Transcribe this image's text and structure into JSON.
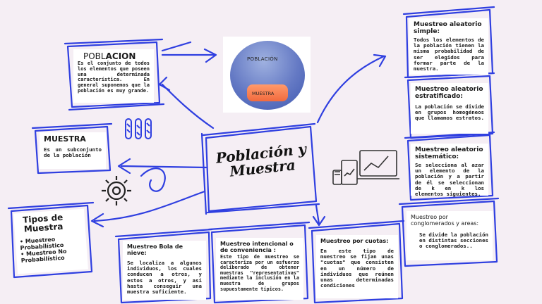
{
  "center": {
    "title": "Población y Muestra"
  },
  "image": {
    "poblacion_label": "POBLACIÓN",
    "muestra_label": "MUESTRA"
  },
  "poblacion": {
    "title_prefix": "POBL",
    "title_suffix": "ACION",
    "text": "Es el conjunto de todos los elementos que poseen una determinada característica. En general suponemos que la población es muy grande."
  },
  "muestra": {
    "title": "MUESTRA",
    "text": "Es un subconjunto de la población"
  },
  "tipos": {
    "title": "Tipos de Muestra",
    "items": [
      "• Muestreo Probabilístico",
      "• Muestreo No Probabilístico"
    ]
  },
  "right": [
    {
      "title": "Muestreo aleatorio simple:",
      "text": "Todos los elementos de la población tienen la misma probabilidad de ser elegidos para formar parte de la muestra."
    },
    {
      "title": "Muestreo aleatorio estratificado:",
      "text": "La población se divide en grupos homogéneos que llamamos estratos."
    },
    {
      "title": "Muestreo aleatorio sistemático:",
      "text": "Se selecciona al azar un elemento de la población y a partir de él se seleccionan de k en k los elementos siguientes."
    },
    {
      "title": "Muestreo por conglomerados y areas:",
      "text": "Se divide la población en distintas secciones o conglomerados.."
    }
  ],
  "bottom": [
    {
      "title": "Muestreo Bola de nieve:",
      "text": "Se localiza a algunos individuos, los cuales conducen a otros, y estos a otros, y así hasta conseguir una muestra suficiente."
    },
    {
      "title": "Muestreo intencional o de conveniencia :",
      "text": "Este tipo de muestreo se caracteriza por un esfuerzo deliberado de obtener muestras \"representativas\" mediante la inclusión en la muestra de grupos supuestamente típicos."
    },
    {
      "title": "Muestreo por cuotas:",
      "text": "En este tipo de muestreo se fijan unas \"cuotas\" que consisten en un número de individuos que reúnen unas determinadas condiciones"
    }
  ],
  "colors": {
    "accent_blue": "#2f3fe0",
    "background": "#f5eef4",
    "card": "#ffffff"
  },
  "icons": [
    "dna-strands-icon",
    "gear-icon",
    "devices-chart-icon"
  ]
}
